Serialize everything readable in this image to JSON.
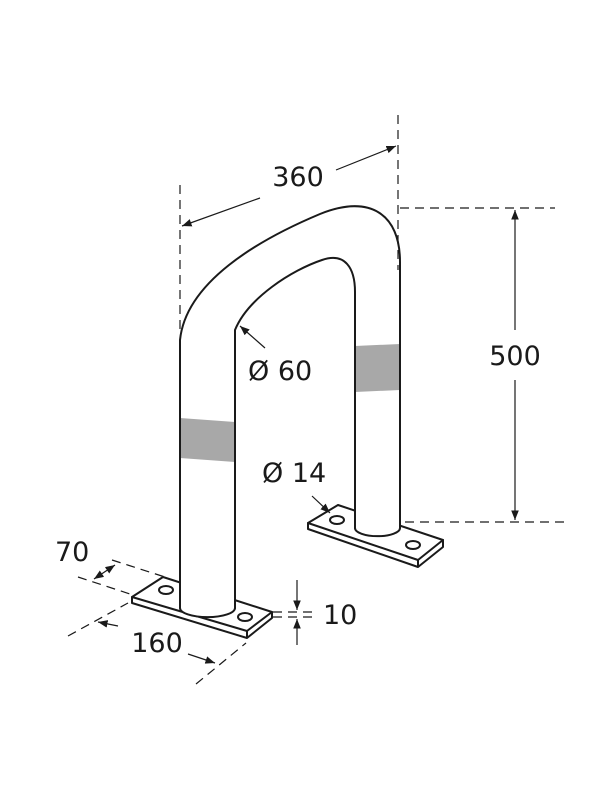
{
  "dimensions": {
    "width": "360",
    "height": "500",
    "tube_diameter": "Ø 60",
    "hole_diameter": "Ø 14",
    "plate_width": "70",
    "plate_length": "160",
    "plate_thickness": "10"
  },
  "colors": {
    "line": "#1a1a1a",
    "reflective_band": "#a8a8a8"
  }
}
